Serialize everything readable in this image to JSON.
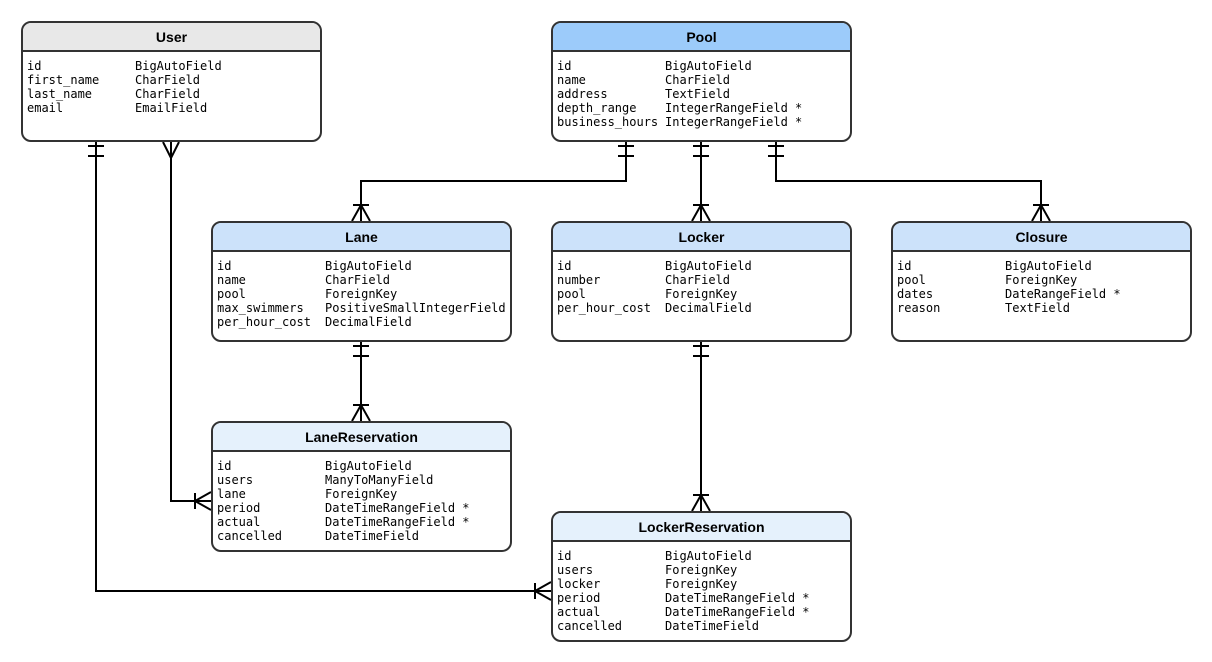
{
  "colors": {
    "user_header": "#e8e8e8",
    "pool_header": "#9ccbfa",
    "child_header": "#cce2fa",
    "reservation_header": "#e5f1fc",
    "border": "#333333",
    "line": "#000000"
  },
  "entities": {
    "user": {
      "title": "User",
      "fields": [
        {
          "name": "id",
          "type": "BigAutoField"
        },
        {
          "name": "first_name",
          "type": "CharField"
        },
        {
          "name": "last_name",
          "type": "CharField"
        },
        {
          "name": "email",
          "type": "EmailField"
        }
      ]
    },
    "pool": {
      "title": "Pool",
      "fields": [
        {
          "name": "id",
          "type": "BigAutoField"
        },
        {
          "name": "name",
          "type": "CharField"
        },
        {
          "name": "address",
          "type": "TextField"
        },
        {
          "name": "depth_range",
          "type": "IntegerRangeField *"
        },
        {
          "name": "business_hours",
          "type": "IntegerRangeField *"
        }
      ]
    },
    "lane": {
      "title": "Lane",
      "fields": [
        {
          "name": "id",
          "type": "BigAutoField"
        },
        {
          "name": "name",
          "type": "CharField"
        },
        {
          "name": "pool",
          "type": "ForeignKey"
        },
        {
          "name": "max_swimmers",
          "type": "PositiveSmallIntegerField"
        },
        {
          "name": "per_hour_cost",
          "type": "DecimalField"
        }
      ]
    },
    "locker": {
      "title": "Locker",
      "fields": [
        {
          "name": "id",
          "type": "BigAutoField"
        },
        {
          "name": "number",
          "type": "CharField"
        },
        {
          "name": "pool",
          "type": "ForeignKey"
        },
        {
          "name": "per_hour_cost",
          "type": "DecimalField"
        }
      ]
    },
    "closure": {
      "title": "Closure",
      "fields": [
        {
          "name": "id",
          "type": "BigAutoField"
        },
        {
          "name": "pool",
          "type": "ForeignKey"
        },
        {
          "name": "dates",
          "type": "DateRangeField *"
        },
        {
          "name": "reason",
          "type": "TextField"
        }
      ]
    },
    "lane_reservation": {
      "title": "LaneReservation",
      "fields": [
        {
          "name": "id",
          "type": "BigAutoField"
        },
        {
          "name": "users",
          "type": "ManyToManyField"
        },
        {
          "name": "lane",
          "type": "ForeignKey"
        },
        {
          "name": "period",
          "type": "DateTimeRangeField *"
        },
        {
          "name": "actual",
          "type": "DateTimeRangeField *"
        },
        {
          "name": "cancelled",
          "type": "DateTimeField"
        }
      ]
    },
    "locker_reservation": {
      "title": "LockerReservation",
      "fields": [
        {
          "name": "id",
          "type": "BigAutoField"
        },
        {
          "name": "users",
          "type": "ForeignKey"
        },
        {
          "name": "locker",
          "type": "ForeignKey"
        },
        {
          "name": "period",
          "type": "DateTimeRangeField *"
        },
        {
          "name": "actual",
          "type": "DateTimeRangeField *"
        },
        {
          "name": "cancelled",
          "type": "DateTimeField"
        }
      ]
    }
  },
  "relationships": [
    {
      "from": "pool",
      "to": "lane",
      "from_cardinality": "one",
      "to_cardinality": "many"
    },
    {
      "from": "pool",
      "to": "locker",
      "from_cardinality": "one",
      "to_cardinality": "many"
    },
    {
      "from": "pool",
      "to": "closure",
      "from_cardinality": "one",
      "to_cardinality": "many"
    },
    {
      "from": "lane",
      "to": "lane_reservation",
      "from_cardinality": "one",
      "to_cardinality": "many"
    },
    {
      "from": "locker",
      "to": "locker_reservation",
      "from_cardinality": "one",
      "to_cardinality": "many"
    },
    {
      "from": "user",
      "to": "lane_reservation",
      "from_cardinality": "many",
      "to_cardinality": "many"
    },
    {
      "from": "user",
      "to": "locker_reservation",
      "from_cardinality": "one",
      "to_cardinality": "many"
    }
  ]
}
